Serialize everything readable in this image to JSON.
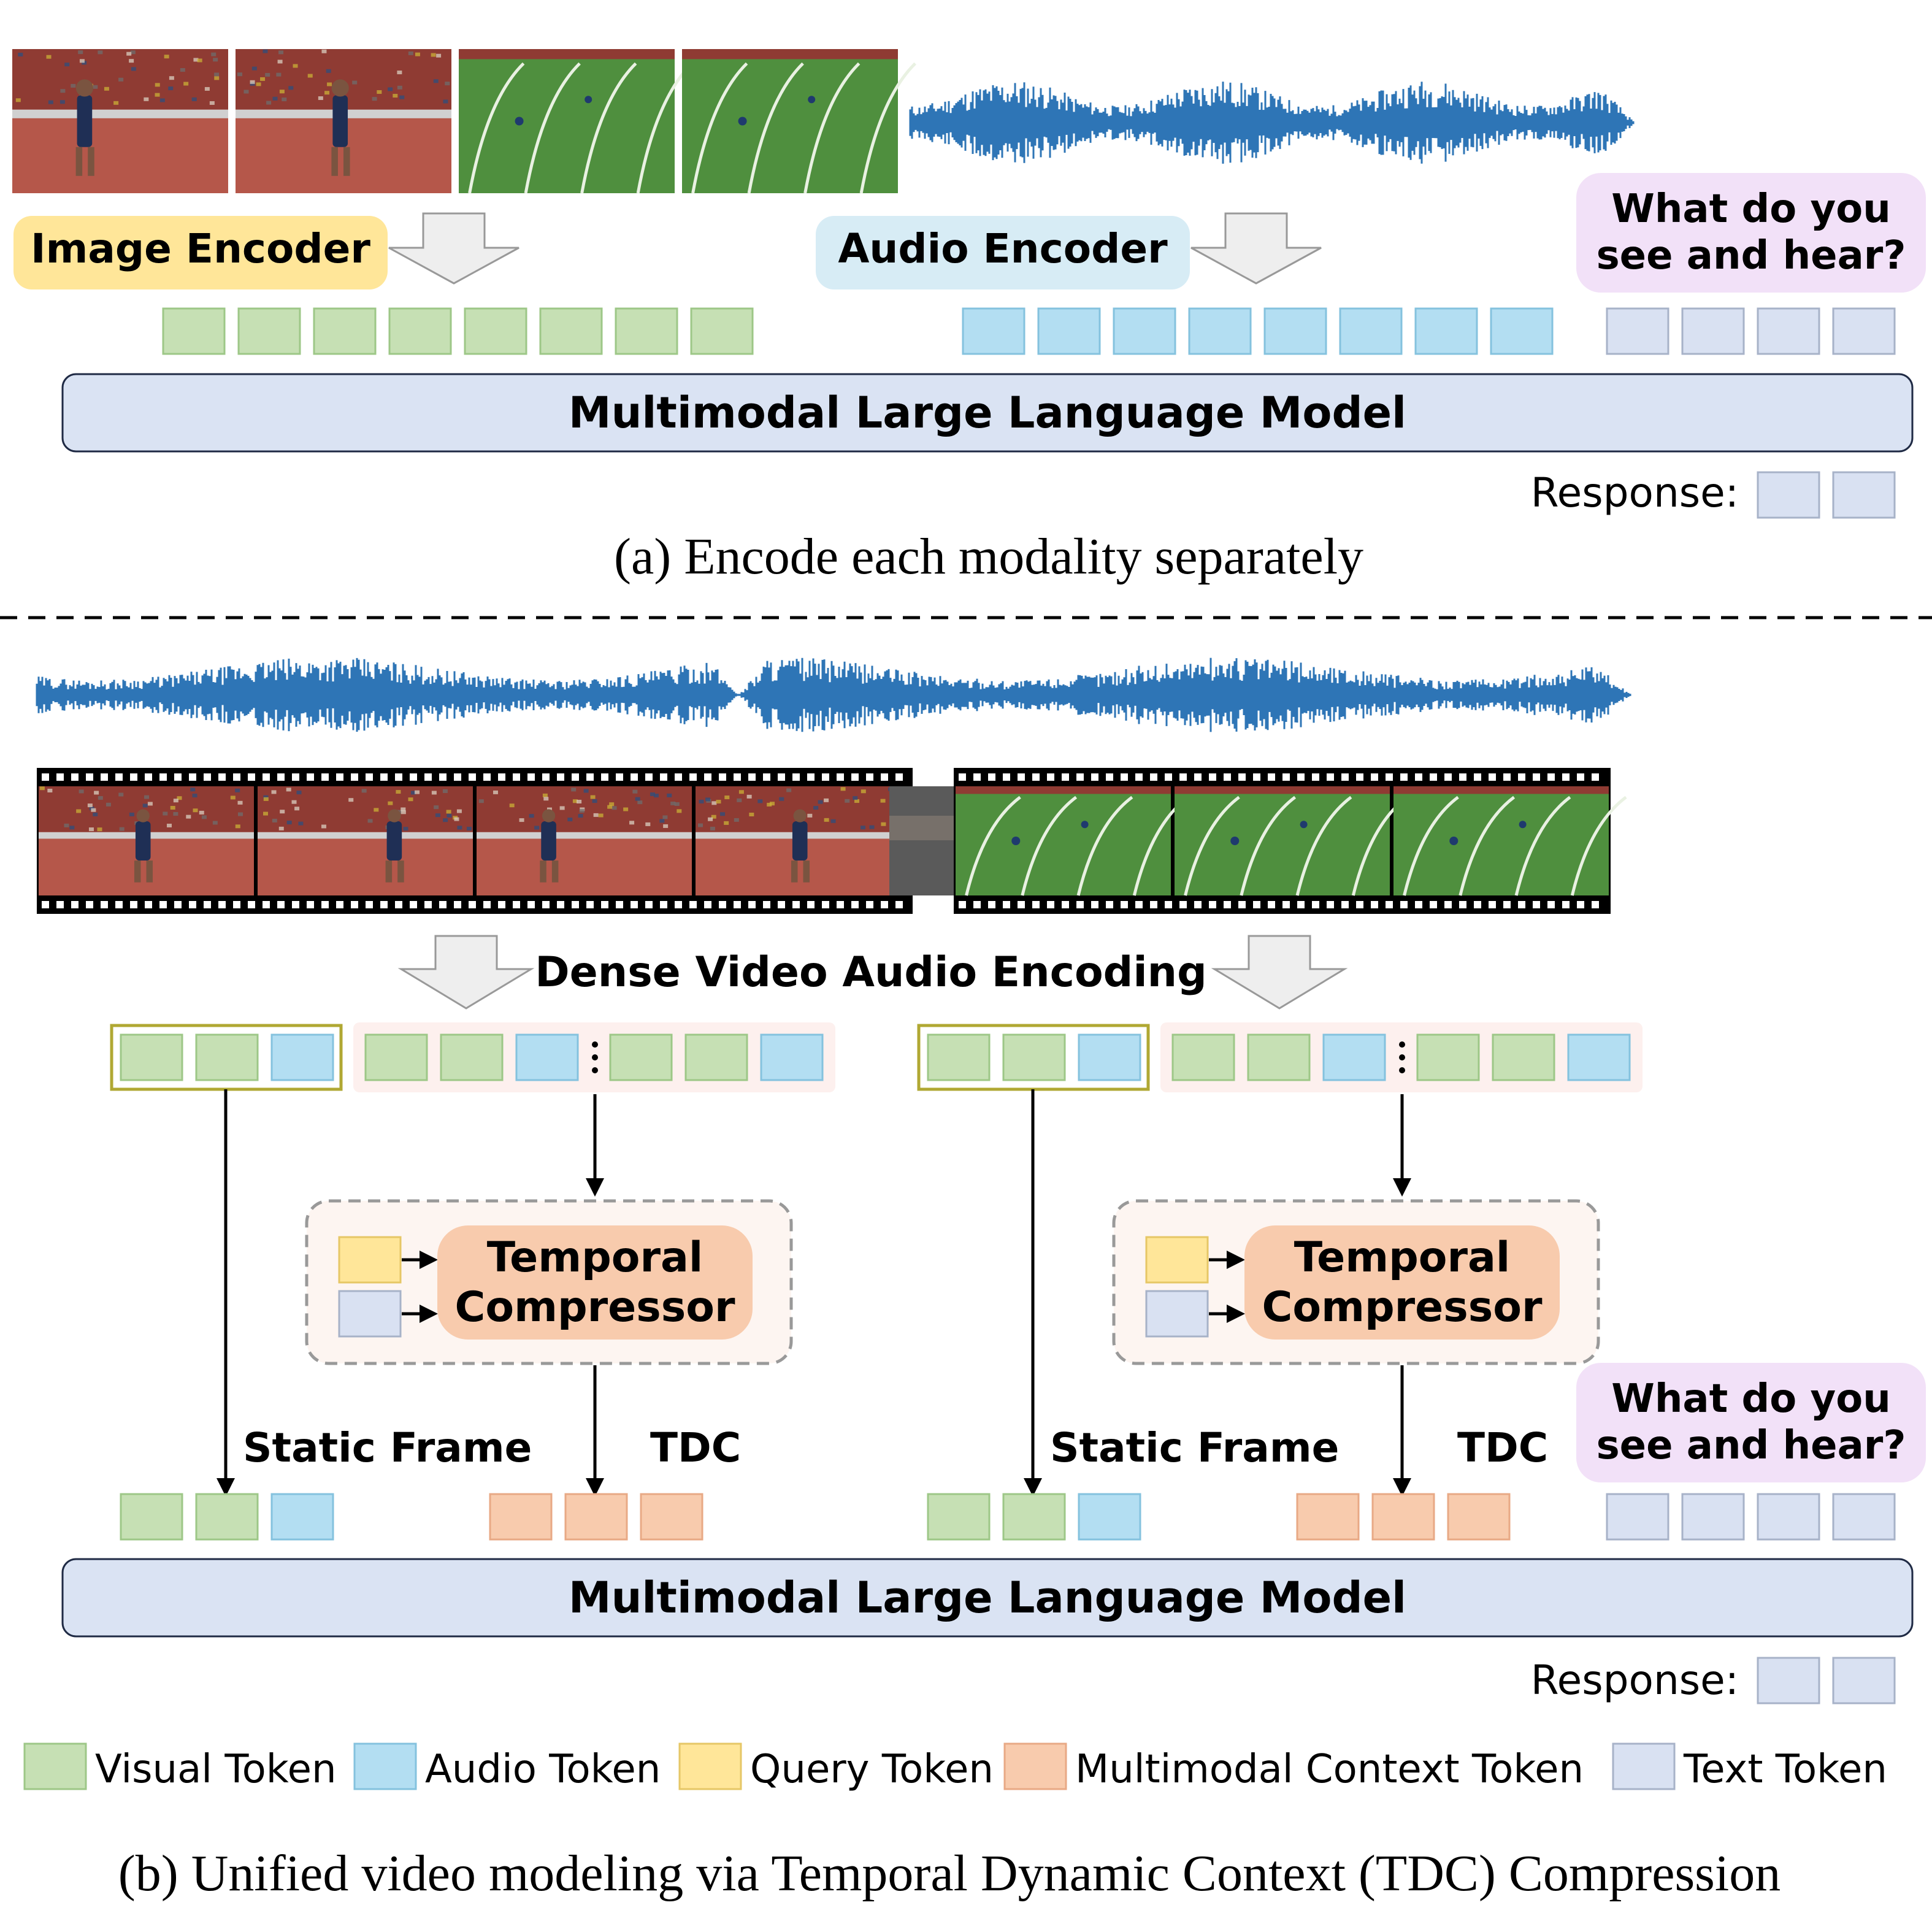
{
  "colors": {
    "visual": "#c6e0b4",
    "visual_edge": "#9dc787",
    "audio": "#b3def2",
    "audio_edge": "#84c2de",
    "query": "#ffe699",
    "query_edge": "#e6c766",
    "context": "#f8cbad",
    "context_edge": "#e8a985",
    "text": "#d9e1f2",
    "text_edge": "#a7b2c8",
    "waveform": "#2e75b6",
    "llm_fill": "#dae3f3",
    "image_encoder_bg": "#ffe699",
    "audio_encoder_bg": "#d7ecf5",
    "question_bg": "#f2e1f8",
    "compressor_fill": "#f8cbad",
    "compressor_panel": "#fdf5f1",
    "group_panel": "#fdf0ee",
    "static_frame_box": "#b0a833",
    "track_green": "#4f8f3e",
    "stands_red": "#8f3b33",
    "track_red": "#b5574a"
  },
  "part_a": {
    "image_encoder": "Image Encoder",
    "audio_encoder": "Audio Encoder",
    "question_line1": "What do you",
    "question_line2": "see and hear?",
    "llm": "Multimodal Large Language Model",
    "response": "Response:",
    "caption": "(a) Encode each modality separately",
    "frames": [
      "stadium-athlete-frame",
      "javelin-throw-frame",
      "field-lines-frame",
      "field-lines-frame"
    ],
    "visual_token_count": 8,
    "audio_token_count": 8,
    "text_token_count": 4,
    "response_token_count": 2
  },
  "part_b": {
    "encoding_label": "Dense Video Audio Encoding",
    "compressor_line1": "Temporal",
    "compressor_line2": "Compressor",
    "static_frame": "Static Frame",
    "tdc": "TDC",
    "question_line1": "What do you",
    "question_line2": "see and hear?",
    "llm": "Multimodal Large Language Model",
    "response": "Response:",
    "caption": "(b) Unified video modeling via Temporal Dynamic Context (TDC) Compression",
    "filmstrip_1": [
      "stadium-athlete-frame",
      "athlete-run-frame",
      "athlete-run-frame",
      "javelin-throw-frame"
    ],
    "filmstrip_2": [
      "field-lines-frame",
      "field-lines-frame",
      "field-lines-frame"
    ],
    "group_tokens": [
      "visual",
      "visual",
      "audio"
    ],
    "context_token_count": 3
  },
  "legend": [
    {
      "label": "Visual Token",
      "kind": "visual"
    },
    {
      "label": "Audio Token",
      "kind": "audio"
    },
    {
      "label": "Query Token",
      "kind": "query"
    },
    {
      "label": "Multimodal Context Token",
      "kind": "context"
    },
    {
      "label": "Text Token",
      "kind": "text"
    }
  ]
}
